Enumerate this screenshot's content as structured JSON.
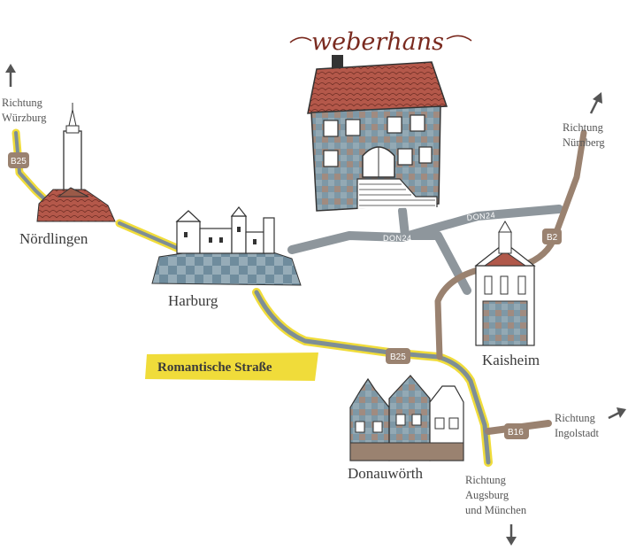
{
  "brand": {
    "name": "weberhans"
  },
  "towns": {
    "noerdlingen": "Nördlingen",
    "harburg": "Harburg",
    "kaisheim": "Kaisheim",
    "donauwoerth": "Donauwörth"
  },
  "directions": {
    "wuerzburg": {
      "line1": "Richtung",
      "line2": "Würzburg"
    },
    "nuernberg": {
      "line1": "Richtung",
      "line2": "Nürnberg"
    },
    "ingolstadt": {
      "line1": "Richtung",
      "line2": "Ingolstadt"
    },
    "augsburg": {
      "line1": "Richtung",
      "line2": "Augsburg",
      "line3": "und München"
    }
  },
  "roads": {
    "b25_top": "B25",
    "b25_mid": "B25",
    "b2": "B2",
    "b16": "B16",
    "don24_a": "DON24",
    "don24_b": "DON24",
    "don24_c": "DON24"
  },
  "route": {
    "name": "Romantische Straße"
  },
  "colors": {
    "romantic_route": "#f0dc3a",
    "main_road": "#9a8270",
    "don_road": "#8e969c",
    "roof": "#b0584a",
    "facade": "#7f9aa8",
    "brand": "#7a2a1f"
  }
}
